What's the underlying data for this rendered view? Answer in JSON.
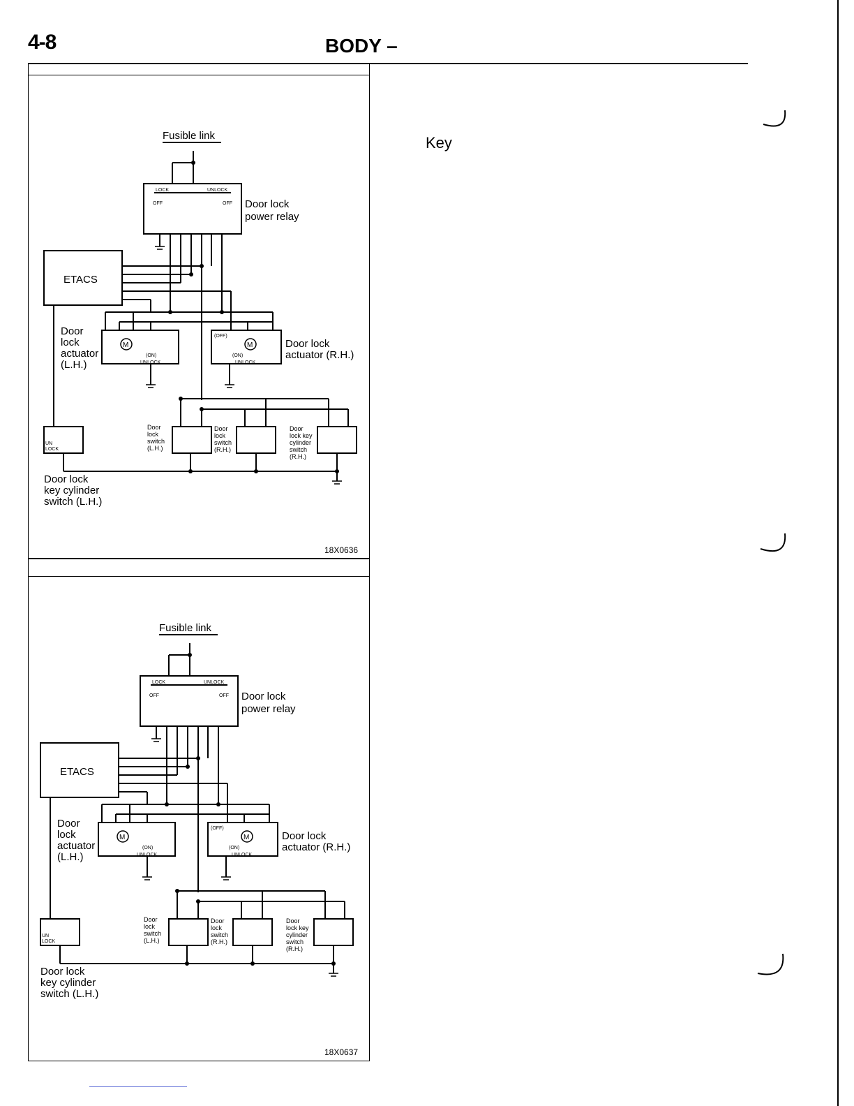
{
  "header": {
    "page_number": "4-8",
    "section_title": "BODY –"
  },
  "side_label": "Key",
  "labels": {
    "fusible_link": "Fusible link",
    "relay_l1": "Door lock",
    "relay_l2": "power relay",
    "etacs": "ETACS",
    "lock": "LOCK",
    "unlock": "UNLOCK",
    "off": "OFF",
    "on": "ON",
    "on_paren": "(ON)",
    "off_paren": "(OFF)",
    "motor": "M",
    "act_lh_1": "Door",
    "act_lh_2": "lock",
    "act_lh_3": "actuator",
    "act_lh_4": "(L.H.)",
    "act_rh_1": "Door lock",
    "act_rh_2": "actuator (R.H.)",
    "sw_lh_1": "Door",
    "sw_lh_2": "lock",
    "sw_lh_3": "switch",
    "sw_lh_4": "(L.H.)",
    "sw_rh_1": "Door",
    "sw_rh_2": "lock",
    "sw_rh_3": "switch",
    "sw_rh_4": "(R.H.)",
    "kc_rh_1": "Door",
    "kc_rh_2": "lock key",
    "kc_rh_3": "cylinder",
    "kc_rh_4": "switch",
    "kc_rh_5": "(R.H.)",
    "kc_lh_1": "Door lock",
    "kc_lh_2": "key cylinder",
    "kc_lh_3": "switch (L.H.)",
    "un": "UN",
    "unlock_small": "UNLOCK"
  },
  "diagrams": [
    {
      "code": "18X0636"
    },
    {
      "code": "18X0637"
    }
  ]
}
